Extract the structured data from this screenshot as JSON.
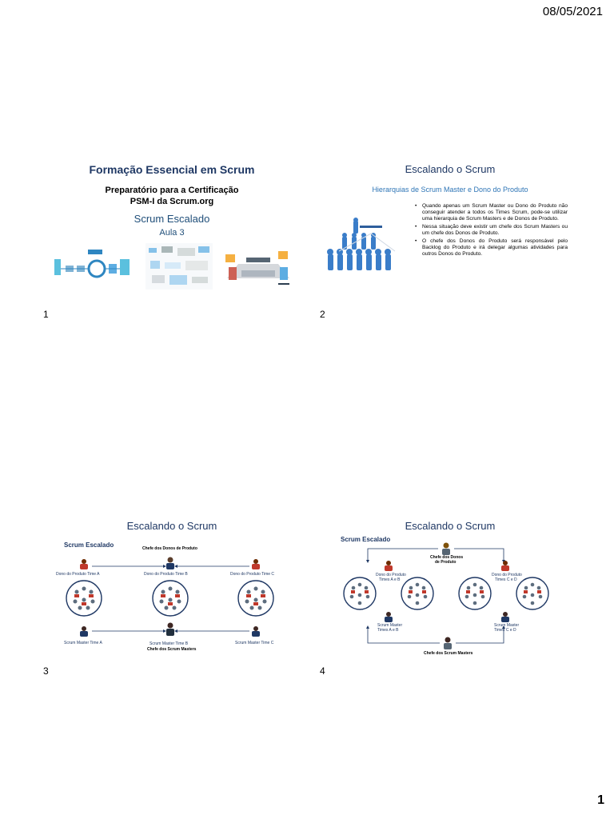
{
  "header": {
    "date": "08/05/2021"
  },
  "footer": {
    "page_number": "1"
  },
  "slides": [
    {
      "number": "1",
      "title": "Formação Essencial em Scrum",
      "subtitle_line1": "Preparatório para a Certificação",
      "subtitle_line2": "PSM-I da Scrum.org",
      "section": "Scrum Escalado",
      "lesson": "Aula 3"
    },
    {
      "number": "2",
      "title": "Escalando o Scrum",
      "subtitle": "Hierarquias de Scrum Master e Dono do Produto",
      "bullets": [
        "Quando apenas um Scrum Master ou Dono do Produto não conseguir atender a todos os Times Scrum, pode-se utilizar uma hierarquia de Scrum Masters e de Donos de Produto.",
        "Nessa situação deve existir um chefe dos Scrum Masters ou um chefe dos Donos de Produto.",
        "O chefe dos Donos do Produto será responsável pelo Backlog do Produto e irá delegar algumas atividades para outros Donos do Produto."
      ]
    },
    {
      "number": "3",
      "title": "Escalando o Scrum",
      "label": "Scrum Escalado",
      "chief_po": "Chefe dos Donos de Produto",
      "po_a": "Dono do Produto Time A",
      "po_b": "Dono do Produto Time B",
      "po_c": "Dono do Produto Time C",
      "sm_a": "Scrum Master Time A",
      "sm_b": "Scrum Master Time B",
      "sm_c": "Scrum Master Time C",
      "chief_sm": "Chefe dos Scrum Masters"
    },
    {
      "number": "4",
      "title": "Escalando o Scrum",
      "label": "Scrum Escalado",
      "chief_po_1": "Chefe dos Donos",
      "chief_po_2": "de Produto",
      "po_ab_1": "Dono do Produto",
      "po_ab_2": "Times A e B",
      "po_cd_1": "Dono do Produto",
      "po_cd_2": "Times C e D",
      "sm_ab_1": "Scrum Master",
      "sm_ab_2": "Times A e B",
      "sm_cd_1": "Scrum Master",
      "sm_cd_2": "Times C e D",
      "chief_sm": "Chefe dos Scrum Masters"
    }
  ],
  "colors": {
    "navy": "#1f3864",
    "blue": "#2e75b6",
    "red": "#c0392b",
    "person_blue": "#3a7dc9"
  }
}
